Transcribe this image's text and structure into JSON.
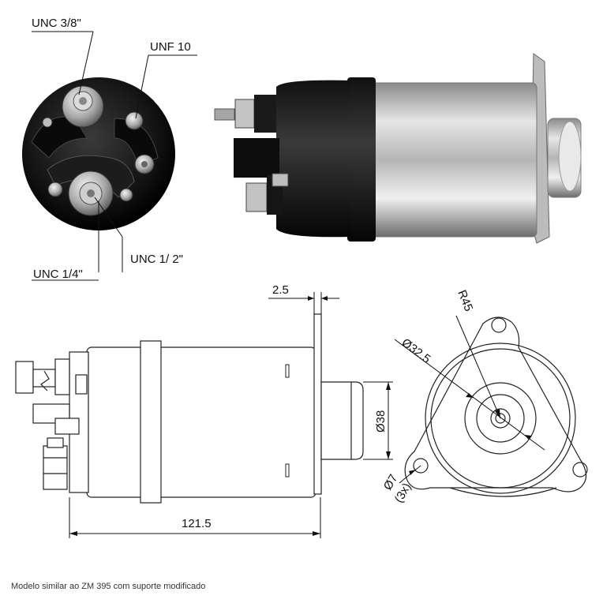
{
  "photo_labels": {
    "unc_3_8": "UNC 3/8\"",
    "unf_10": "UNF 10",
    "unc_1_2": "UNC 1/ 2\"",
    "unc_1_4": "UNC 1/4\""
  },
  "dimensions": {
    "flange_thickness": "2.5",
    "overall_length": "121.5",
    "plunger_diameter": "Ø38",
    "radius": "R45",
    "circle_diameter": "Ø32.5",
    "hole_diameter": "Ø7",
    "hole_count": "(3x)"
  },
  "footer": {
    "note": "Modelo similar ao ZM 395 com suporte modificado"
  }
}
